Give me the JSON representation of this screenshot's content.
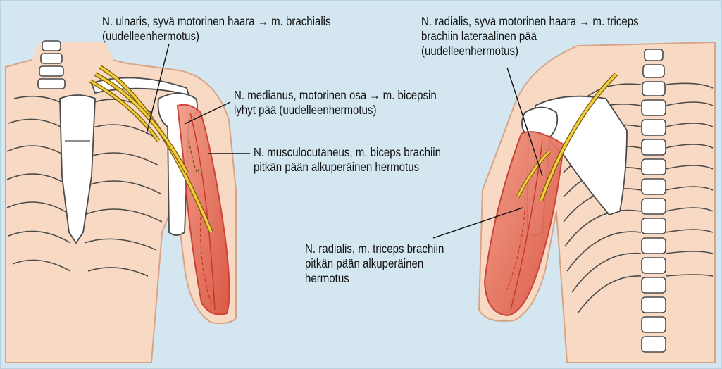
{
  "diagram": {
    "labels": {
      "ulnaris": {
        "line1": "N. ulnaris, syvä motorinen haara → m. brachialis",
        "line2": "(uudelleenhermotus)"
      },
      "medianus": {
        "line1": "N. medianus, motorinen osa → m. bicepsin",
        "line2": "lyhyt pää (uudelleenhermotus)"
      },
      "musculocutaneus": {
        "line1": "N. musculocutaneus, m. biceps brachiin",
        "line2": "pitkän pään alkuperäinen hermotus"
      },
      "radialis_deep": {
        "line1": "N. radialis, syvä motorinen haara → m. triceps",
        "line2": "brachiin lateraalinen pää",
        "line3": "(uudelleenhermotus)"
      },
      "radialis_long": {
        "line1": "N. radialis, m. triceps brachiin",
        "line2": "pitkän pään alkuperäinen",
        "line3": "hermotus"
      }
    },
    "colors": {
      "background": "#d4e7f1",
      "skin": "#f7d9c4",
      "skin_outline": "#d8a488",
      "bone": "#ffffff",
      "bone_outline": "#4a4a4a",
      "muscle": "#e97b66",
      "muscle_dark": "#c8372d",
      "nerve": "#f2cf3a",
      "nerve_outline": "#7a5a10",
      "leader": "#111111"
    }
  }
}
